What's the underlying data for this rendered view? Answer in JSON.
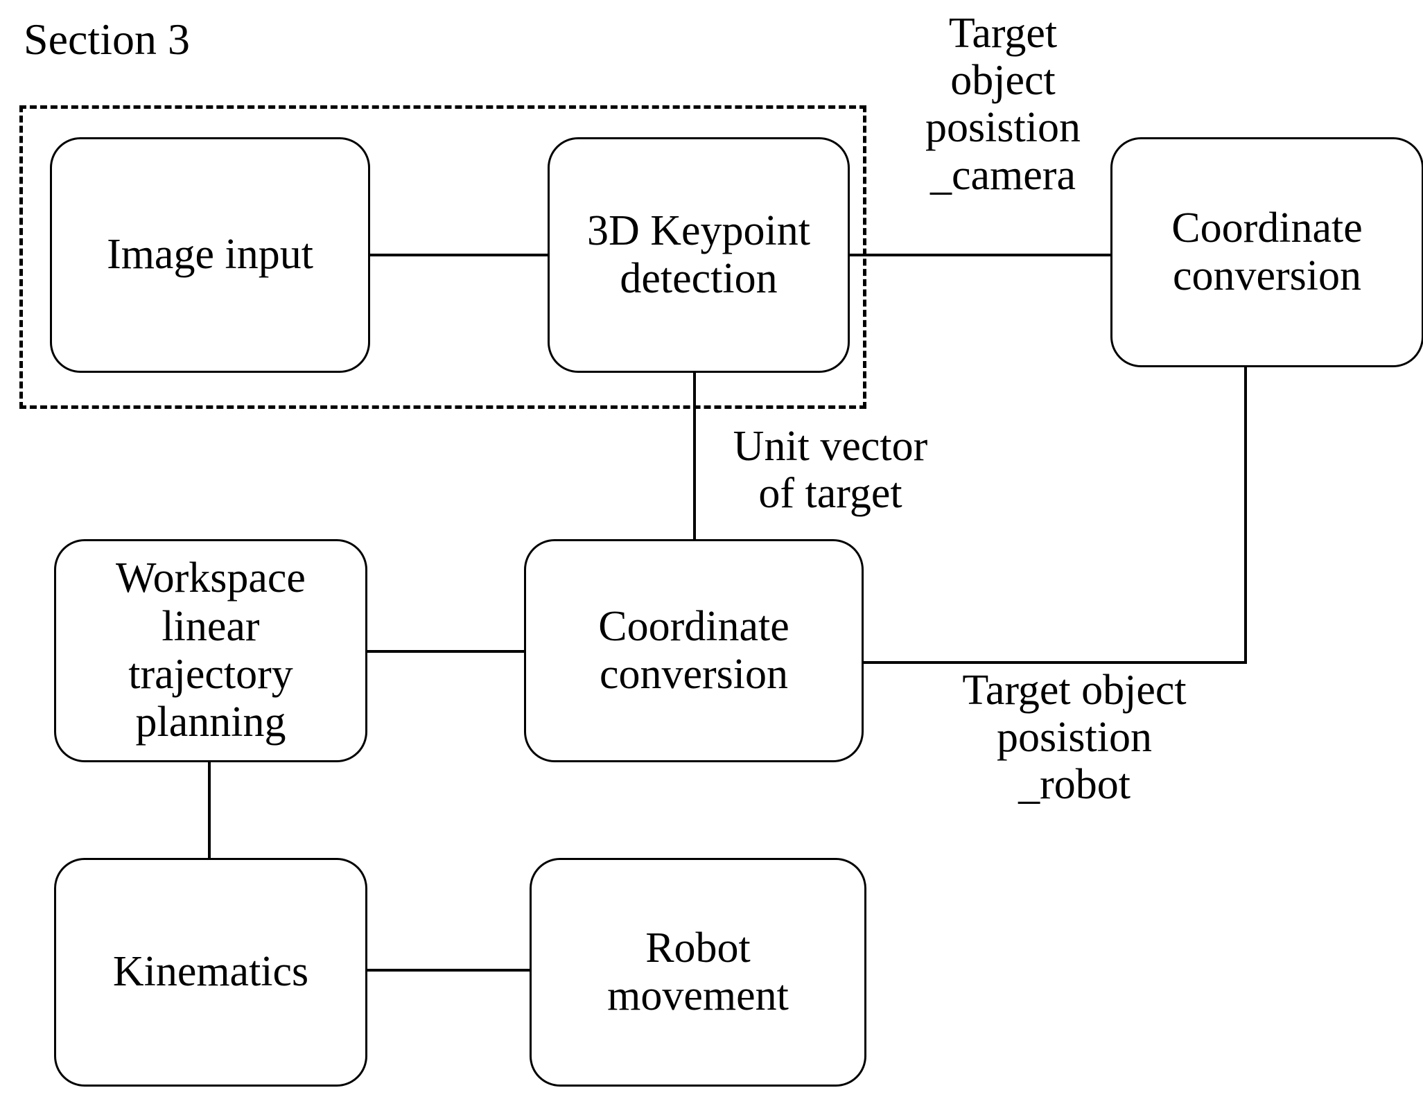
{
  "diagram": {
    "title_label": "Section 3",
    "nodes": [
      {
        "id": "image-input",
        "label": "Image input"
      },
      {
        "id": "keypoint-detection",
        "label": "3D Keypoint\ndetection"
      },
      {
        "id": "coord-conv-top",
        "label": "Coordinate\nconversion"
      },
      {
        "id": "workspace-planning",
        "label": "Workspace\nlinear\ntrajectory\nplanning"
      },
      {
        "id": "coord-conv-mid",
        "label": "Coordinate\nconversion"
      },
      {
        "id": "kinematics",
        "label": "Kinematics"
      },
      {
        "id": "robot-movement",
        "label": "Robot\nmovement"
      }
    ],
    "edge_labels": [
      {
        "id": "target-object-position-camera",
        "label": "Target\nobject\nposistion\n_camera"
      },
      {
        "id": "unit-vector-of-target",
        "label": "Unit vector\nof target"
      },
      {
        "id": "target-object-position-robot",
        "label": "Target object\nposistion\n_robot"
      }
    ],
    "group": {
      "id": "section-3-group",
      "label": "Section 3",
      "style": "dashed"
    },
    "colors": {
      "stroke": "#000000",
      "background": "#ffffff",
      "text": "#000000"
    }
  }
}
